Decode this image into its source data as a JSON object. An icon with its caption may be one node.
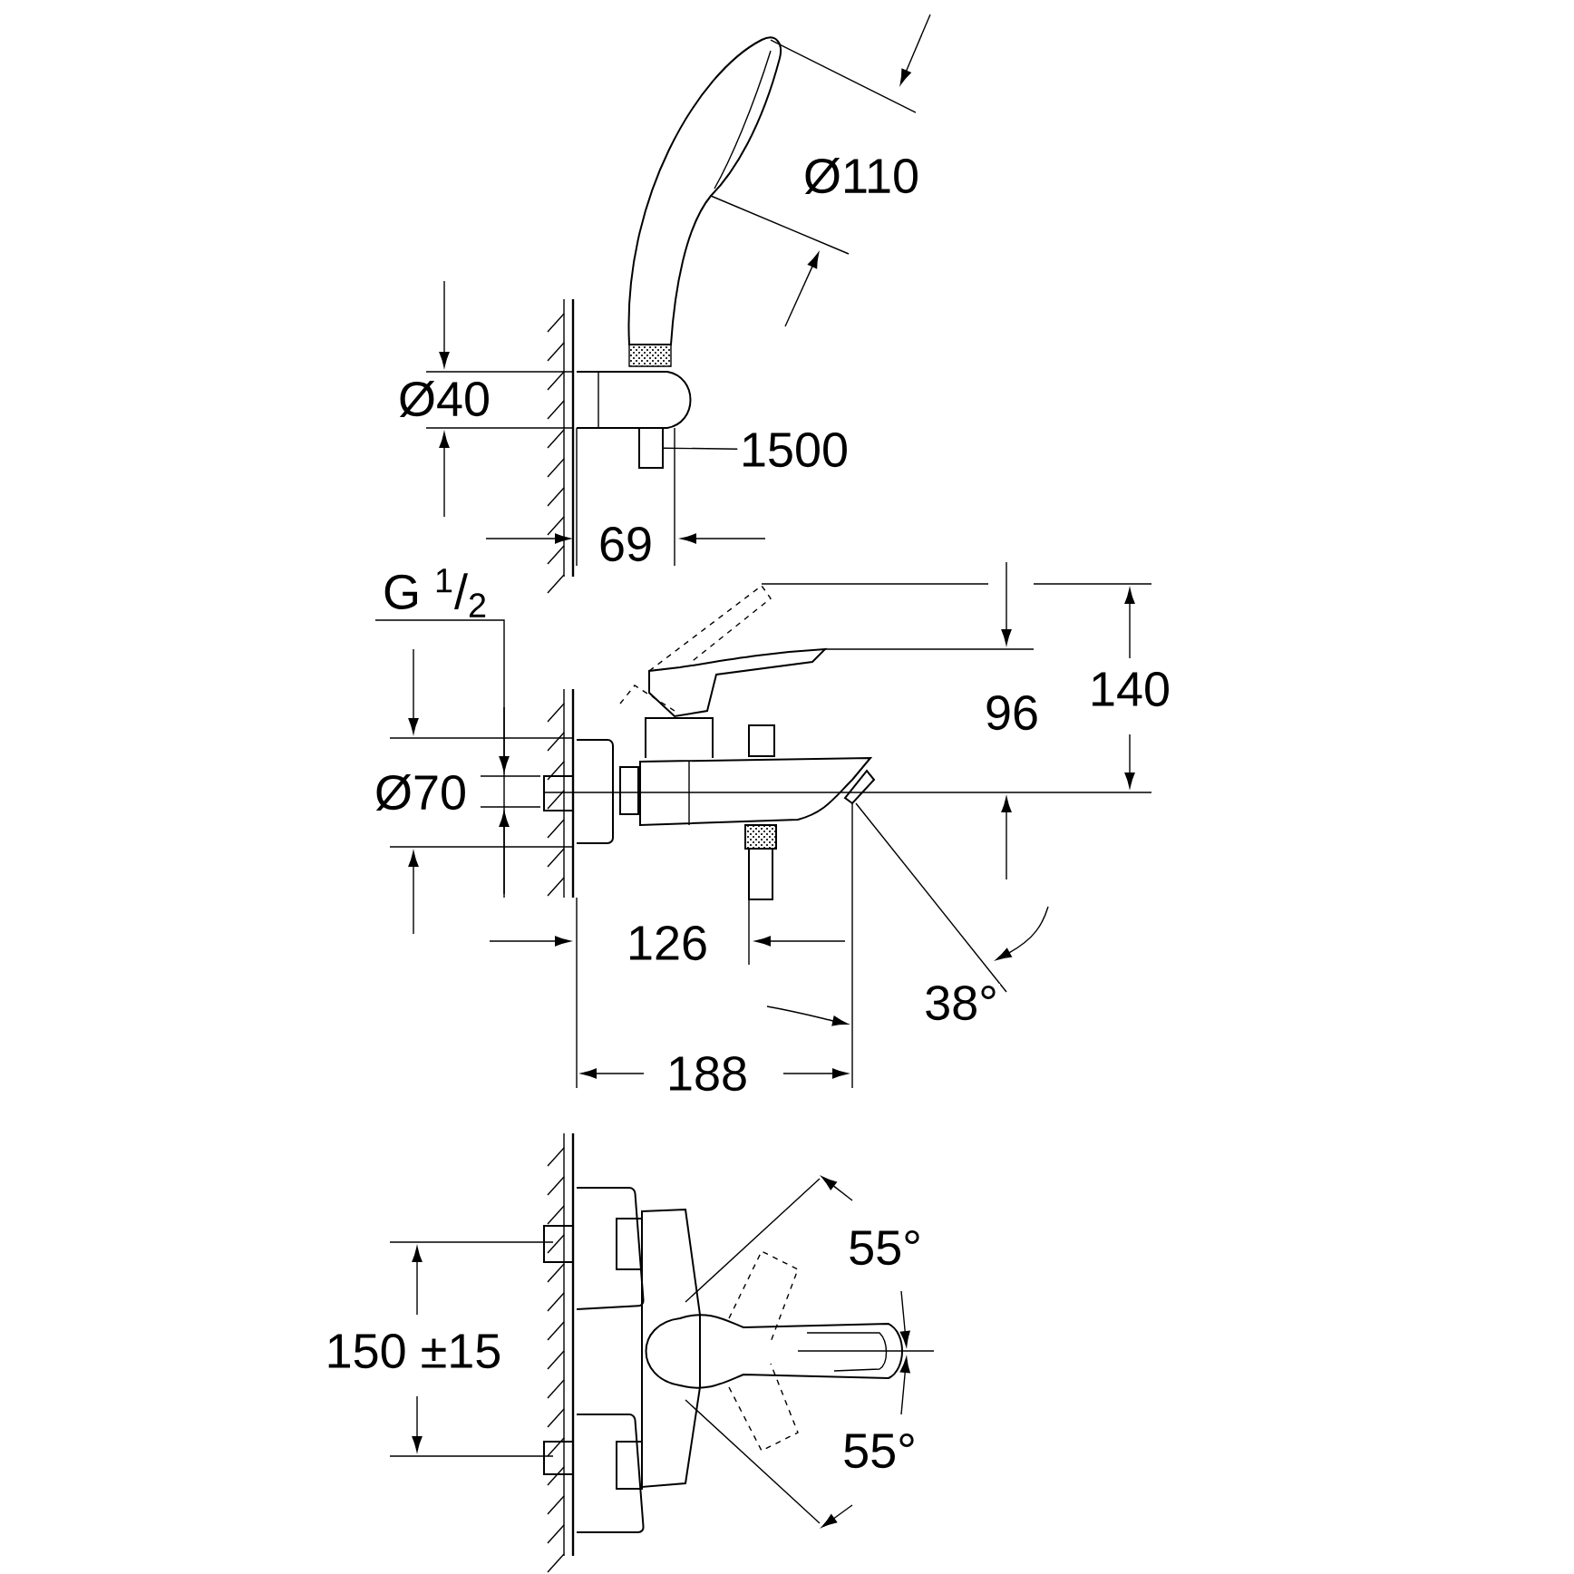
{
  "diagram": {
    "nodes": [
      {
        "text": [
          "1500"
        ]
      },
      {
        "text": [],
        "shape": "box"
      }
    ],
    "edges": [
      {
        "from": 0,
        "to": 1,
        "arrow": "none"
      }
    ],
    "labels": [
      "Ø110",
      "Ø40",
      "69",
      "G $^{1}$/$_{2}$",
      "Ø70",
      "96",
      "140",
      "126",
      "38°",
      "188",
      "55°",
      "150 ±15",
      "55°"
    ]
  }
}
